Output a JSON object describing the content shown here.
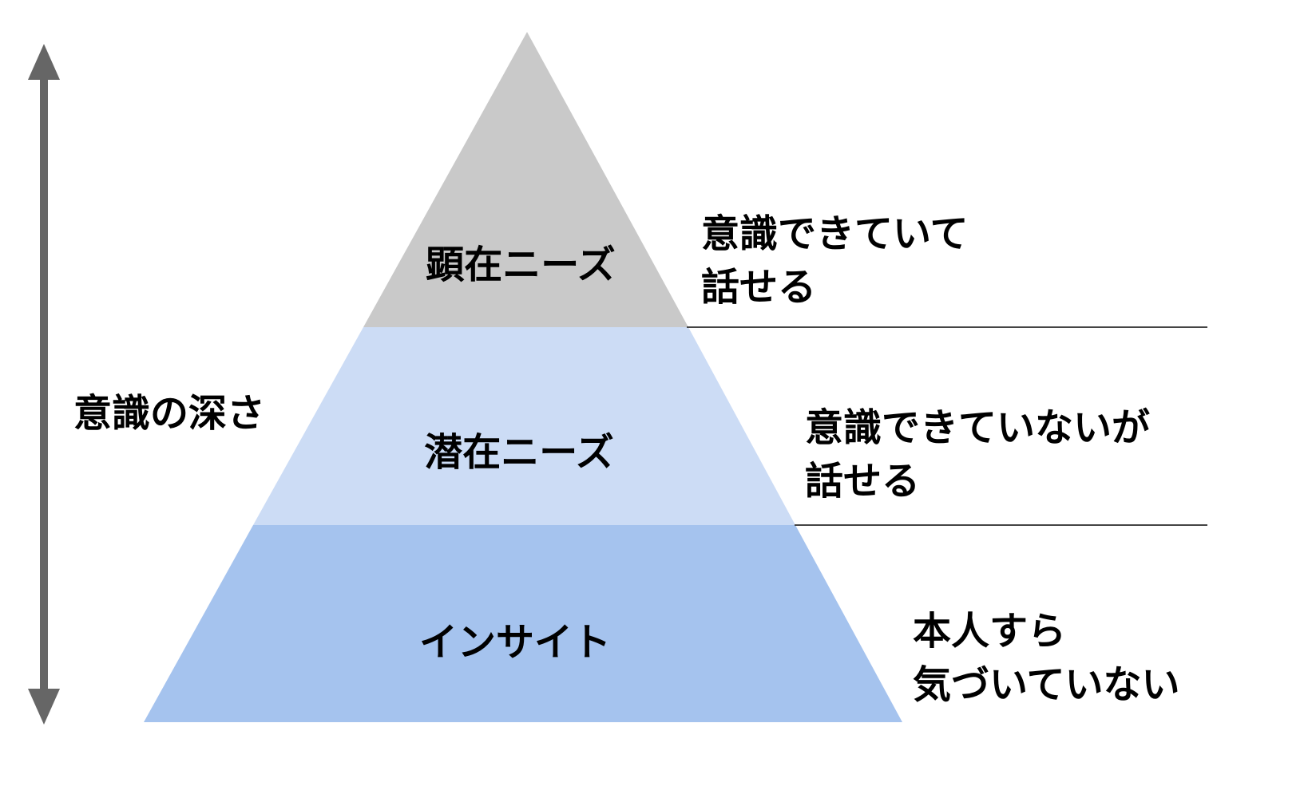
{
  "diagram": {
    "depth_axis_label": "意識の深さ",
    "tiers": [
      {
        "label": "顕在ニーズ",
        "annotation": "意識できていて\n話せる",
        "color": "#c9c9c9"
      },
      {
        "label": "潜在ニーズ",
        "annotation": "意識できていないが\n話せる",
        "color": "#ccdcf5"
      },
      {
        "label": "インサイト",
        "annotation": "本人すら\n気づいていない",
        "color": "#a5c3ee"
      }
    ],
    "colors": {
      "arrow": "#666666",
      "separator_line": "#444444",
      "text": "#000000"
    }
  }
}
